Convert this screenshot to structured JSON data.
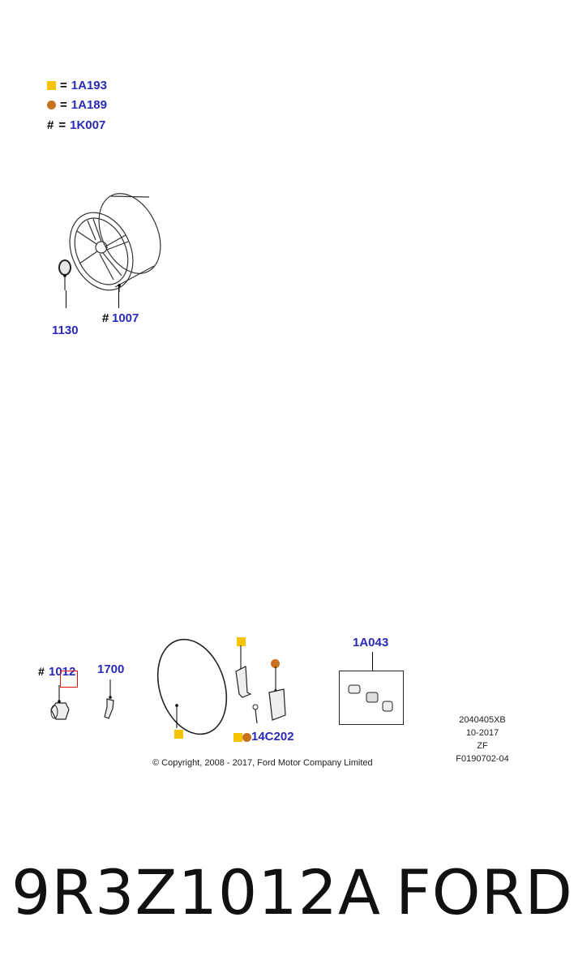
{
  "legend": [
    {
      "symbol": "square",
      "sep": "=",
      "code": "1A193"
    },
    {
      "symbol": "circle",
      "sep": "=",
      "code": "1A189"
    },
    {
      "symbol": "#",
      "sep": "=",
      "code": "1K007"
    }
  ],
  "parts": {
    "wheel_cap": "1130",
    "wheel_hash": "#",
    "wheel": "1007",
    "nut_hash": "#",
    "nut": "1012",
    "valve": "1700",
    "kit": "1A043",
    "sensor": "14C202"
  },
  "colors": {
    "label_blue": "#2a2ab8",
    "square": "#f5c400",
    "circle": "#c8721f",
    "highlight": "#e01010"
  },
  "ref_block": [
    "2040405XB",
    "10-2017",
    "ZF",
    "F0190702-04"
  ],
  "copyright": "© Copyright, 2008 - 2017, Ford Motor Company Limited",
  "footer": {
    "part_number": "9R3Z1012A",
    "brand": "FORD"
  }
}
